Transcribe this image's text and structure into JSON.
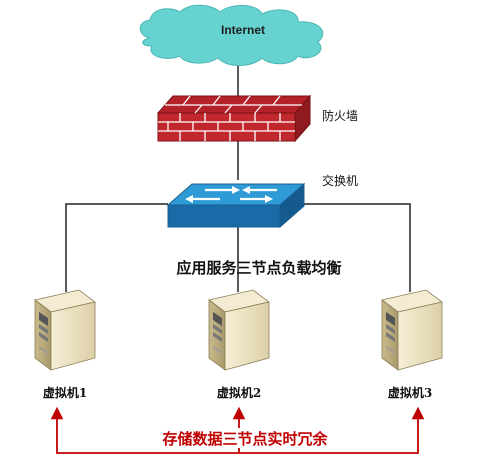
{
  "internet_label": "Internet",
  "firewall_label": "防火墙",
  "switch_label": "交换机",
  "load_balance_label": "应用服务三节点负载均衡",
  "vms": [
    {
      "label": "虚拟机1"
    },
    {
      "label": "虚拟机2"
    },
    {
      "label": "虚拟机3"
    }
  ],
  "storage_label": "存储数据三节点实时冗余",
  "colors": {
    "cloud": "#66d3d0",
    "firewall_brick": "#c0282e",
    "mortar": "#ffffff",
    "switch_top": "#2e9ad6",
    "switch_front": "#1a6aa8",
    "server_body": "#efe6c8",
    "redundancy_arrow": "#c00000",
    "line": "#222222"
  }
}
